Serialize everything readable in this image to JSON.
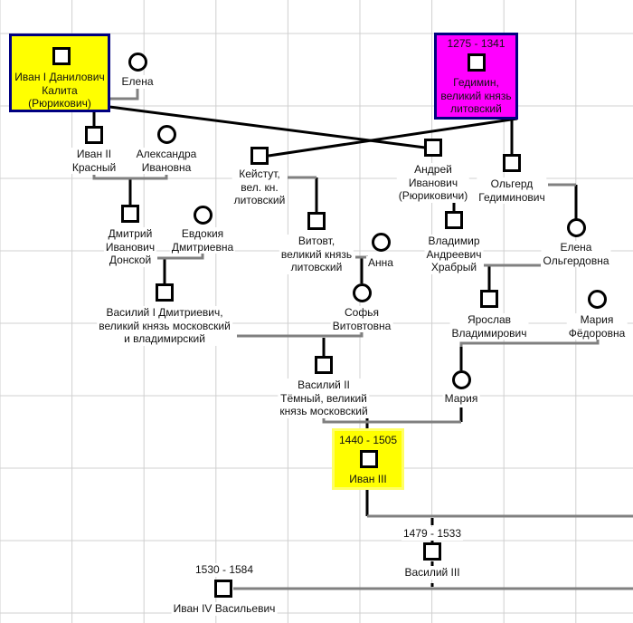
{
  "colors": {
    "highlight_yellow": "#ffff00",
    "highlight_magenta": "#ff00ff",
    "box_border": "#000080",
    "line_black": "#000000",
    "line_gray": "#808080",
    "grid": "#d0d0d0"
  },
  "persons": {
    "ivan1": {
      "lines": [
        "Иван I Данилович",
        "Калита",
        "(Рюрикович)"
      ]
    },
    "elena": {
      "lines": [
        "Елена"
      ]
    },
    "gedimin": {
      "dates": "1275 - 1341",
      "lines": [
        "Гедимин,",
        "великий князь",
        "литовский"
      ]
    },
    "ivan2": {
      "lines": [
        "Иван II",
        "Красный"
      ]
    },
    "aleksandra": {
      "lines": [
        "Александра",
        "Ивановна"
      ]
    },
    "keistut": {
      "lines": [
        "Кейстут,",
        "вел. кн.",
        "литовский"
      ]
    },
    "andrei": {
      "lines": [
        "Андрей",
        "Иванович",
        "(Рюриковичи)"
      ]
    },
    "olgerd": {
      "lines": [
        "Ольгерд",
        "Гедиминович"
      ]
    },
    "dmitri": {
      "lines": [
        "Дмитрий",
        "Иванович",
        "Донской"
      ]
    },
    "evdokia": {
      "lines": [
        "Евдокия",
        "Дмитриевна"
      ]
    },
    "vitovt": {
      "lines": [
        "Витовт,",
        "великий князь",
        "литовский"
      ]
    },
    "anna": {
      "lines": [
        "Анна"
      ]
    },
    "vladimir": {
      "lines": [
        "Владимир",
        "Андреевич",
        "Храбрый"
      ]
    },
    "elena_olg": {
      "lines": [
        "Елена",
        "Ольгердовна"
      ]
    },
    "vasily1": {
      "lines": [
        "Василий I Дмитриевич,",
        "великий князь московский",
        "и владимирский"
      ]
    },
    "sofya": {
      "lines": [
        "Софья",
        "Витовтовна"
      ]
    },
    "yaroslav": {
      "lines": [
        "Ярослав",
        "Владимирович"
      ]
    },
    "maria_f": {
      "lines": [
        "Мария",
        "Фёдоровна"
      ]
    },
    "vasily2": {
      "lines": [
        "Василий II",
        "Тёмный,  великий",
        "князь московский"
      ]
    },
    "maria": {
      "lines": [
        "Мария"
      ]
    },
    "ivan3": {
      "dates": "1440 - 1505",
      "lines": [
        "Иван III"
      ]
    },
    "vasily3": {
      "dates": "1479 - 1533",
      "lines": [
        "Василий III"
      ]
    },
    "ivan4": {
      "dates": "1530 - 1584",
      "lines": [
        "Иван IV Васильевич"
      ]
    }
  }
}
